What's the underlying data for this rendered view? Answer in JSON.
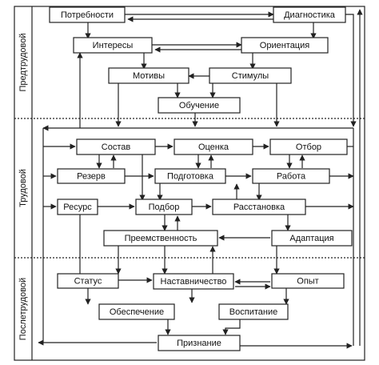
{
  "phases": {
    "pre": "Предтрудовой",
    "work": "Трудовой",
    "post": "Послетрудовой"
  },
  "nodes": {
    "needs": "Потребности",
    "diagnostics": "Диагностика",
    "interests": "Интересы",
    "orientation": "Ориентация",
    "motives": "Мотивы",
    "stimuli": "Стимулы",
    "training": "Обучение",
    "composition": "Состав",
    "assessment": "Оценка",
    "selection": "Отбор",
    "reserve": "Резерв",
    "preparation": "Подготовка",
    "work": "Работа",
    "resource": "Ресурс",
    "recruitment": "Подбор",
    "placement": "Расстановка",
    "succession": "Преемственность",
    "adaptation": "Адаптация",
    "status": "Статус",
    "mentoring": "Наставничество",
    "experience": "Опыт",
    "provision": "Обеспечение",
    "upbringing": "Воспитание",
    "recognition": "Признание"
  }
}
